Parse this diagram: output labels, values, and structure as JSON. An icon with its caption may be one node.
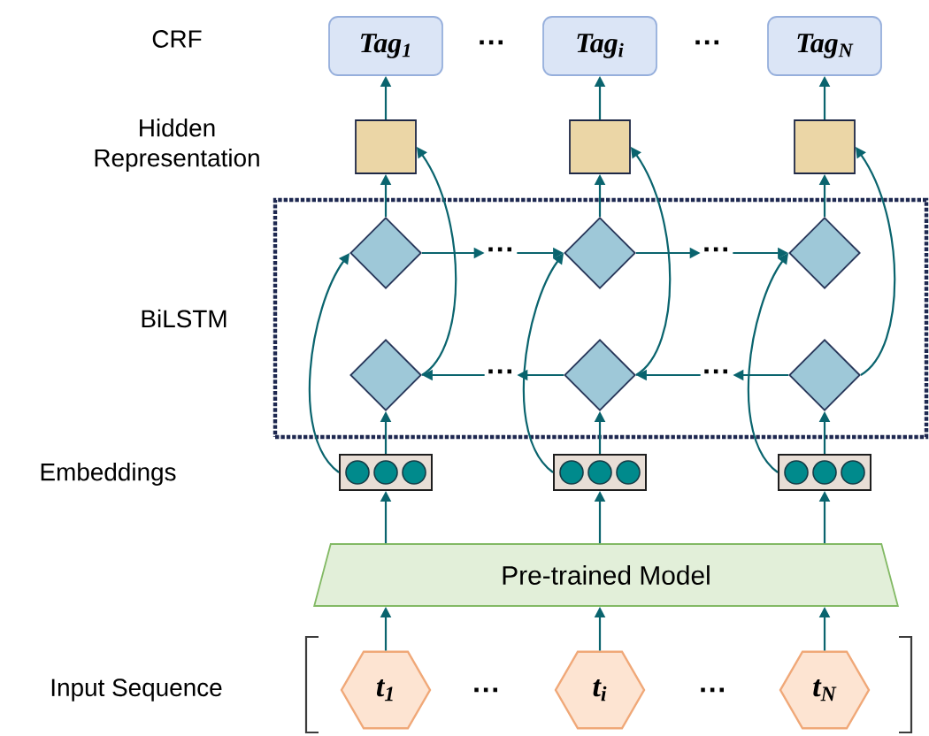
{
  "diagram": {
    "nodes": [
      {
        "text": [
          "Tag$_{1}$"
        ]
      },
      {
        "text": [
          "Tag$_{i}$"
        ]
      },
      {
        "text": [
          "Tag$_{N}$"
        ]
      },
      {
        "text": [],
        "shape": "box"
      },
      {
        "text": [],
        "shape": "box"
      },
      {
        "text": [],
        "shape": "box"
      },
      {
        "text": [],
        "shape": "box"
      },
      {
        "text": [],
        "shape": "diamond",
        "in": 6
      },
      {
        "text": [],
        "shape": "diamond",
        "in": 6
      },
      {
        "text": [],
        "shape": "diamond",
        "in": 6
      },
      {
        "text": [],
        "shape": "diamond",
        "in": 6
      },
      {
        "text": [],
        "shape": "diamond",
        "in": 6
      },
      {
        "text": [],
        "shape": "diamond",
        "in": 6
      },
      {
        "text": [],
        "shape": "box"
      },
      {
        "text": [],
        "shape": "box"
      },
      {
        "text": [],
        "shape": "box"
      },
      {
        "text": [
          "Pre-trained Model"
        ]
      },
      {
        "text": [
          "t$_{1}$"
        ]
      },
      {
        "text": [
          "t$_{i}$"
        ]
      },
      {
        "text": [
          "t$_{N}$"
        ]
      },
      {
        "text": [
          "···"
        ],
        "in": 6
      },
      {
        "text": [
          "···"
        ],
        "in": 6
      },
      {
        "text": [
          "···"
        ],
        "in": 6
      },
      {
        "text": [
          "···"
        ],
        "in": 6
      }
    ],
    "edges": [
      {
        "from": 17,
        "to": 16,
        "arrow": "to"
      },
      {
        "from": 18,
        "to": 16,
        "arrow": "to"
      },
      {
        "from": 19,
        "to": 16,
        "arrow": "to"
      },
      {
        "from": 16,
        "to": 13,
        "arrow": "to"
      },
      {
        "from": 16,
        "to": 14,
        "arrow": "to"
      },
      {
        "from": 16,
        "to": 15,
        "arrow": "to"
      },
      {
        "from": 13,
        "to": 10,
        "arrow": "to"
      },
      {
        "from": 14,
        "to": 11,
        "arrow": "to"
      },
      {
        "from": 15,
        "to": 12,
        "arrow": "to"
      },
      {
        "from": 13,
        "to": 7,
        "arrow": "to"
      },
      {
        "from": 14,
        "to": 8,
        "arrow": "to"
      },
      {
        "from": 15,
        "to": 9,
        "arrow": "to"
      },
      {
        "from": 7,
        "to": 20,
        "arrow": "to"
      },
      {
        "from": 20,
        "to": 8,
        "arrow": "to"
      },
      {
        "from": 8,
        "to": 21,
        "arrow": "to"
      },
      {
        "from": 21,
        "to": 9,
        "arrow": "to"
      },
      {
        "from": 22,
        "to": 10,
        "arrow": "to"
      },
      {
        "from": 11,
        "to": 22,
        "arrow": "to"
      },
      {
        "from": 23,
        "to": 11,
        "arrow": "to"
      },
      {
        "from": 12,
        "to": 23,
        "arrow": "to"
      },
      {
        "from": 7,
        "to": 3,
        "arrow": "to"
      },
      {
        "from": 8,
        "to": 4,
        "arrow": "to"
      },
      {
        "from": 9,
        "to": 5,
        "arrow": "to"
      },
      {
        "from": 10,
        "to": 3,
        "arrow": "to"
      },
      {
        "from": 11,
        "to": 4,
        "arrow": "to"
      },
      {
        "from": 12,
        "to": 5,
        "arrow": "to"
      },
      {
        "from": 3,
        "to": 0,
        "arrow": "to"
      },
      {
        "from": 4,
        "to": 1,
        "arrow": "to"
      },
      {
        "from": 5,
        "to": 2,
        "arrow": "to"
      }
    ],
    "labels": [
      "CRF",
      "···",
      "···",
      "Hidden Representation",
      "BiLSTM",
      "Embeddings",
      "Input Sequence",
      "···",
      "···"
    ]
  }
}
